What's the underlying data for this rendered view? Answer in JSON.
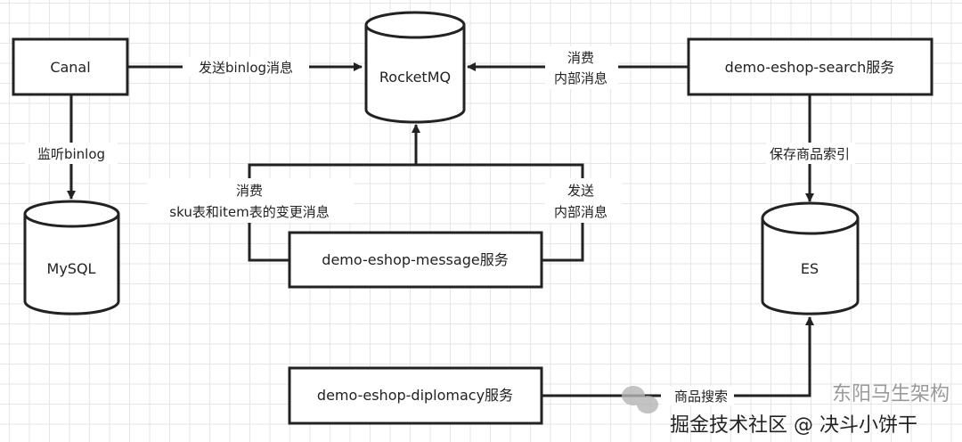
{
  "nodes": {
    "canal": "Canal",
    "rocketmq": "RocketMQ",
    "mysql": "MySQL",
    "es": "ES",
    "search": "demo-eshop-search服务",
    "message": "demo-eshop-message服务",
    "diplomacy": "demo-eshop-diplomacy服务"
  },
  "edges": {
    "canal_to_mq": "发送binlog消息",
    "canal_to_mysql": "监听binlog",
    "search_to_mq_1": "消费",
    "search_to_mq_2": "内部消息",
    "search_to_es": "保存商品索引",
    "message_consume_1": "消费",
    "message_consume_2": "sku表和item表的变更消息",
    "message_send_1": "发送",
    "message_send_2": "内部消息",
    "diplomacy_to_es": "商品搜索"
  },
  "watermark": {
    "channel": "东阳马生架构",
    "credit": "掘金技术社区 @ 决斗小饼干",
    "icon": "wechat-icon"
  },
  "colors": {
    "stroke": "#222222",
    "grid": "#e6e6e6",
    "watermark": "#9a9a9a"
  }
}
